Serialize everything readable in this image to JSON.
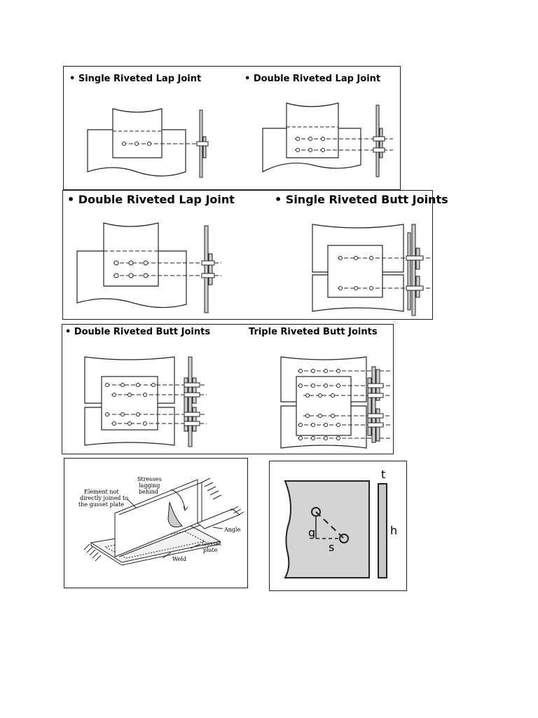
{
  "panel1": {
    "left_title": "• Single Riveted Lap Joint",
    "right_title": "• Double Riveted Lap Joint"
  },
  "panel2": {
    "left_title": "• Double Riveted Lap Joint",
    "right_title": "• Single Riveted Butt Joints"
  },
  "panel3": {
    "left_title": "• Double Riveted Butt Joints",
    "right_title": "Triple Riveted Butt Joints"
  },
  "panel4": {
    "label_element": [
      "Element not",
      "directly joined to",
      "the gusset plate"
    ],
    "label_stresses": [
      "Stresses",
      "lagging",
      "behind"
    ],
    "label_angle": "Angle",
    "label_gusset": [
      "Gusset",
      "plate"
    ],
    "label_weld": "Weld"
  },
  "panel5": {
    "label_t": "t",
    "label_h": "h",
    "label_g": "g",
    "label_s": "s"
  }
}
